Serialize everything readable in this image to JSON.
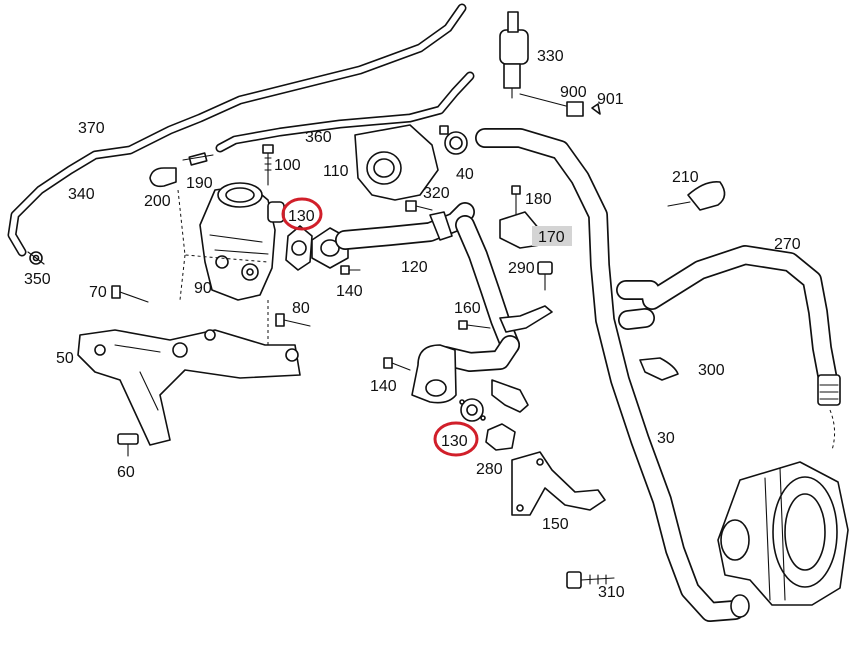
{
  "diagram": {
    "highlight_color": "#d11f2a",
    "labels": {
      "p370": "370",
      "p340": "340",
      "p350": "350",
      "p360": "360",
      "p200": "200",
      "p190": "190",
      "p100": "100",
      "p130_top": "130",
      "p90": "90",
      "p70": "70",
      "p80": "80",
      "p50": "50",
      "p60": "60",
      "p110": "110",
      "p320": "320",
      "p40": "40",
      "p120": "120",
      "p140_top": "140",
      "p330": "330",
      "p900": "900",
      "p901": "901",
      "p180": "180",
      "p170": "170",
      "p290": "290",
      "p160": "160",
      "p140_bottom": "140",
      "p130_bottom": "130",
      "p280": "280",
      "p150": "150",
      "p210": "210",
      "p270": "270",
      "p300": "300",
      "p30": "30",
      "p310": "310"
    }
  }
}
